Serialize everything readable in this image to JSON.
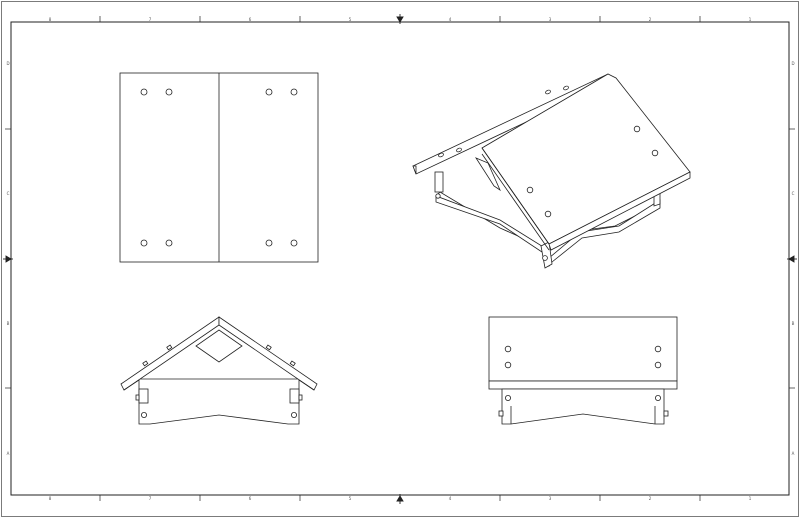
{
  "drawing": {
    "columns": [
      "8",
      "7",
      "6",
      "5",
      "4",
      "3",
      "2",
      "1"
    ],
    "rows": [
      "D",
      "C",
      "B",
      "A"
    ],
    "views": [
      "top-view",
      "isometric-view",
      "front-view",
      "side-view"
    ]
  },
  "colors": {
    "line": "#222222",
    "background": "#ffffff"
  }
}
